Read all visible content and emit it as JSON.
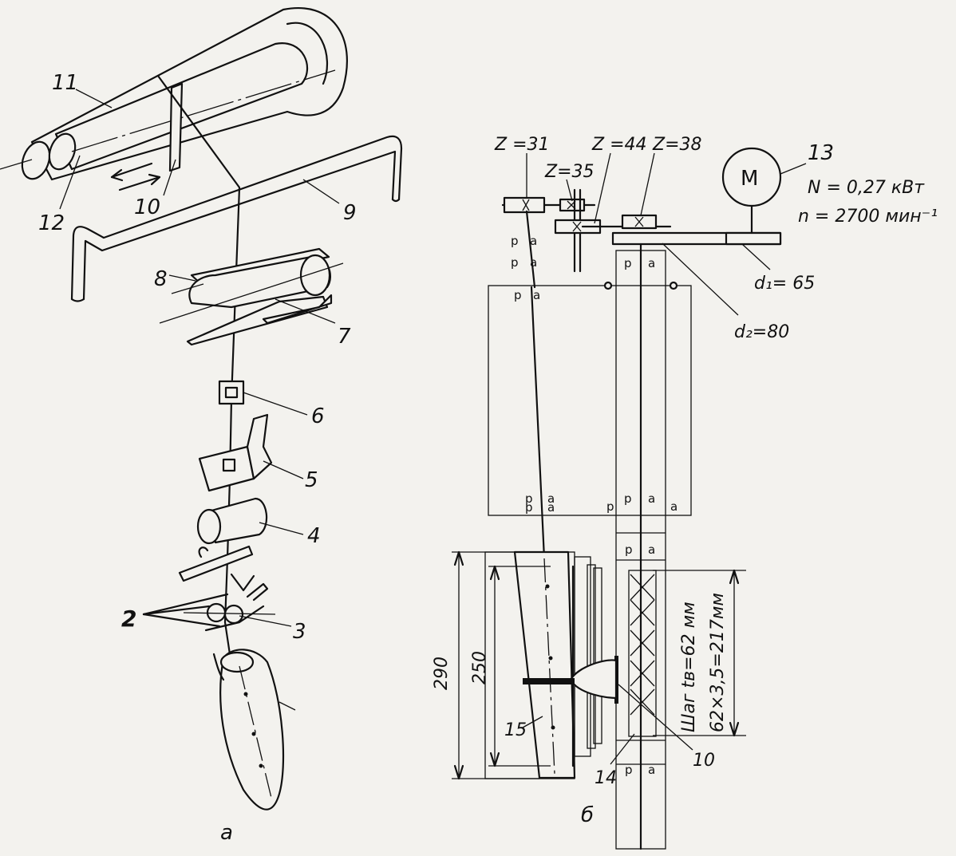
{
  "left": {
    "caption": "а",
    "labels": {
      "n11": "11",
      "n12": "12",
      "n10": "10",
      "n9": "9",
      "n8": "8",
      "n7": "7",
      "n6": "6",
      "n5": "5",
      "n4": "4",
      "n3": "3",
      "n2": "2"
    }
  },
  "right": {
    "caption": "б",
    "gears": {
      "g31": "Z =31",
      "g35": "Z=35",
      "g44": "Z =44",
      "g38": "Z=38"
    },
    "motor": {
      "number": "13",
      "symbol": "M",
      "power": "N = 0,27 кВт",
      "speed": "n = 2700 мин⁻¹"
    },
    "pulleys": {
      "d1": "d₁= 65",
      "d2": "d₂=80"
    },
    "dims": {
      "d290": "290",
      "d250": "250",
      "step1": "Шаг tв=62 мм",
      "step2": "62×3,5=217мм"
    },
    "numbers": {
      "n15": "15",
      "n14": "14",
      "n10": "10"
    },
    "pa": {
      "p": "р",
      "a": "а"
    }
  }
}
